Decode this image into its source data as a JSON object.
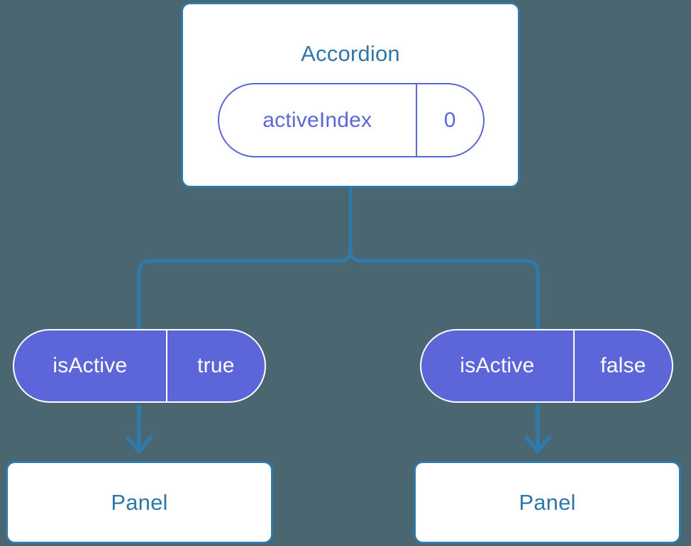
{
  "diagram": {
    "type": "component-tree",
    "background_color": "#4a6671",
    "accent_blue": "#2f79ab",
    "accent_purple": "#5c66d8",
    "root": {
      "title": "Accordion",
      "prop": {
        "key": "activeIndex",
        "value": "0"
      }
    },
    "branches": [
      {
        "side": "left",
        "prop": {
          "key": "isActive",
          "value": "true"
        },
        "child_title": "Panel"
      },
      {
        "side": "right",
        "prop": {
          "key": "isActive",
          "value": "false"
        },
        "child_title": "Panel"
      }
    ]
  }
}
